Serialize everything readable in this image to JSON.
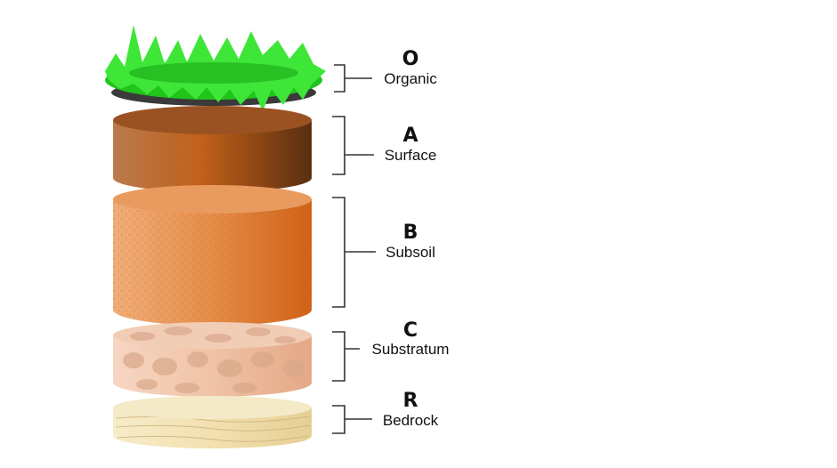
{
  "title": "Soil horizons",
  "layers": [
    {
      "letter": "O",
      "name": "Organic",
      "color": "#2fd42a"
    },
    {
      "letter": "A",
      "name": "Surface",
      "color": "#a2521c"
    },
    {
      "letter": "B",
      "name": "Subsoil",
      "color": "#e07d3a"
    },
    {
      "letter": "C",
      "name": "Substratum",
      "color": "#efc0a3"
    },
    {
      "letter": "R",
      "name": "Bedrock",
      "color": "#f1e2b5"
    }
  ]
}
